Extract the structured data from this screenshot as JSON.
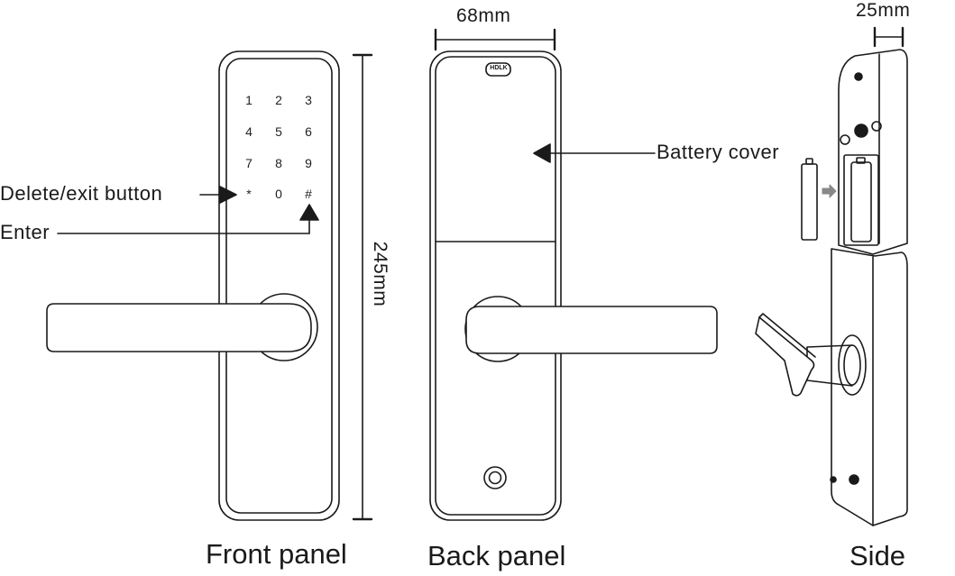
{
  "captions": {
    "front": "Front panel",
    "back": "Back panel",
    "side": "Side"
  },
  "dimensions": {
    "width": "68mm",
    "height": "245mm",
    "depth": "25mm"
  },
  "callouts": {
    "delete_exit": "Delete/exit button",
    "enter": "Enter",
    "battery_cover": "Battery cover"
  },
  "keypad": {
    "keys": [
      "1",
      "2",
      "3",
      "4",
      "5",
      "6",
      "7",
      "8",
      "9",
      "*",
      "0",
      "#"
    ]
  },
  "logo_text": "HDLK"
}
